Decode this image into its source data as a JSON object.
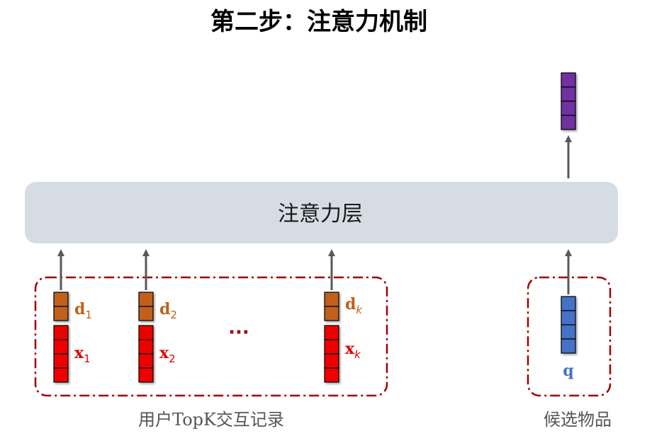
{
  "title": "第二步：注意力机制",
  "attention_layer": {
    "label": "注意力层"
  },
  "user_group": {
    "caption": "用户TopK交互记录",
    "ellipsis": "···",
    "items": [
      {
        "d_symbol": "d",
        "d_sub": "1",
        "x_symbol": "x",
        "x_sub": "1"
      },
      {
        "d_symbol": "d",
        "d_sub": "2",
        "x_symbol": "x",
        "x_sub": "2"
      },
      {
        "d_symbol": "d",
        "d_sub": "k",
        "x_symbol": "x",
        "x_sub": "k"
      }
    ]
  },
  "candidate": {
    "caption": "候选物品",
    "q_label": "q"
  },
  "colors": {
    "d_block": "#c0601a",
    "x_block": "#ee0000",
    "q_block": "#4472c4",
    "output_block": "#7030a0",
    "d_label": "#c0601a",
    "x_label": "#e00000",
    "q_label": "#4472c4",
    "dashed_border": "#a00000",
    "layer_fill": "#d6dce4",
    "arrow": "#595959"
  }
}
